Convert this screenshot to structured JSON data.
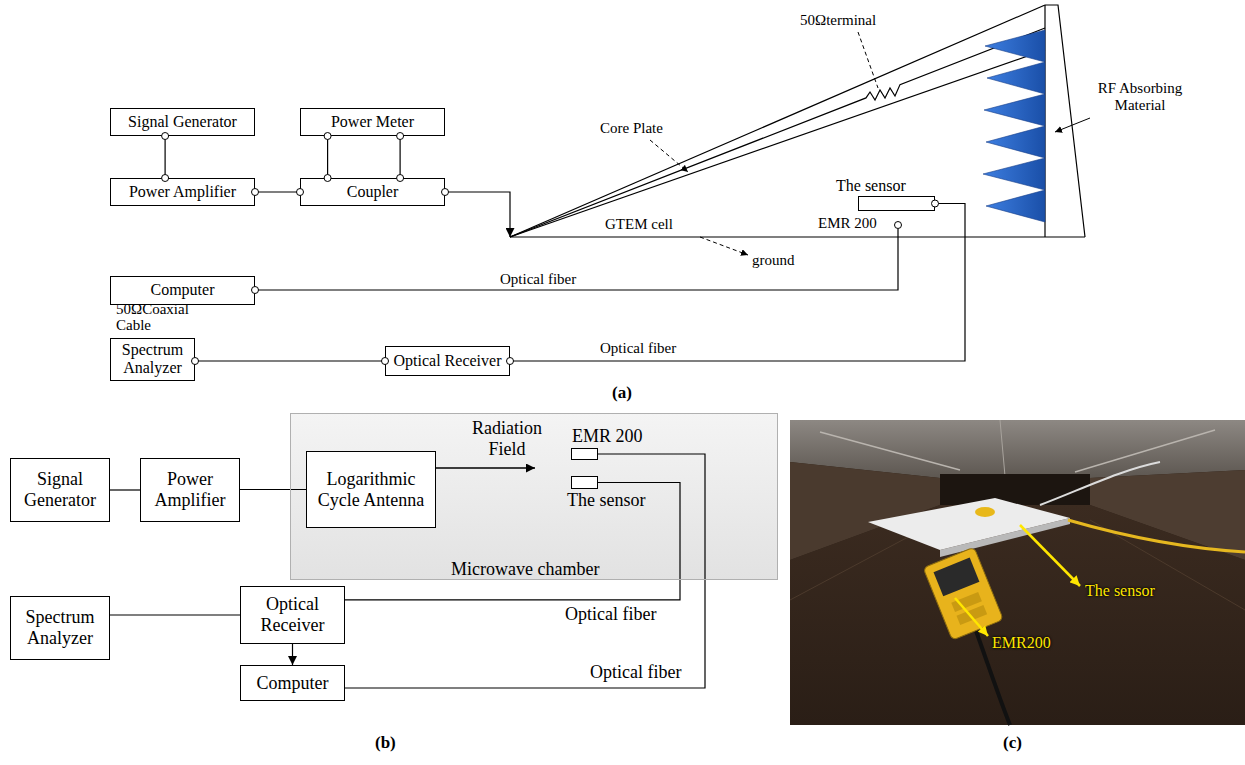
{
  "diagram": {
    "nodes": [
      {
        "text": [
          "Signal Generator"
        ]
      },
      {
        "text": [
          "Power Meter"
        ]
      },
      {
        "text": [
          "Power Amplifier"
        ]
      },
      {
        "text": [
          "Coupler"
        ]
      },
      {
        "text": [
          "The sensor"
        ]
      },
      {
        "text": [
          "Computer"
        ]
      },
      {
        "text": [
          "Spectrum Analyzer"
        ]
      },
      {
        "text": [
          "Optical Receiver"
        ]
      },
      {
        "text": [
          "Signal Generator"
        ]
      },
      {
        "text": [
          "Power Amplifier"
        ]
      },
      {
        "text": [
          "Microwave chamber"
        ]
      },
      {
        "text": [
          "Logarithmic Cycle Antenna"
        ],
        "in": 10
      },
      {
        "text": [
          "EMR 200"
        ],
        "in": 10
      },
      {
        "text": [
          "The sensor"
        ],
        "in": 10
      },
      {
        "text": [
          "Spectrum Analyzer"
        ]
      },
      {
        "text": [
          "Optical Receiver"
        ]
      },
      {
        "text": [
          "Computer"
        ]
      }
    ],
    "edges": [
      {
        "from": 0,
        "to": 2,
        "arrow": "none"
      },
      {
        "from": 2,
        "to": 3,
        "arrow": "none"
      },
      {
        "from": 3,
        "to": 1,
        "arrow": "none"
      },
      {
        "from": 3,
        "to": 1,
        "arrow": "none"
      },
      {
        "from": 7,
        "to": 4,
        "arrow": "none"
      },
      {
        "from": 6,
        "to": 7,
        "arrow": "none"
      },
      {
        "from": 8,
        "to": 9,
        "arrow": "none"
      },
      {
        "from": 9,
        "to": 11,
        "arrow": "none"
      },
      {
        "from": 14,
        "to": 15,
        "arrow": "none"
      },
      {
        "from": 15,
        "to": 16,
        "arrow": "to"
      },
      {
        "from": 13,
        "to": 15,
        "arrow": "none"
      },
      {
        "from": 12,
        "to": 16,
        "arrow": "none"
      }
    ],
    "labels": [
      "50Ωterminal",
      "Core Plate",
      "RF Absorbing Material",
      "GTEM cell",
      "ground",
      "EMR 200",
      "Optical fiber",
      "50ΩCoaxial Cable",
      "Optical fiber",
      "(a)",
      "Radiation Field",
      "Optical fiber",
      "Optical fiber",
      "(b)",
      "The sensor",
      "EMR200",
      "(c)"
    ]
  }
}
